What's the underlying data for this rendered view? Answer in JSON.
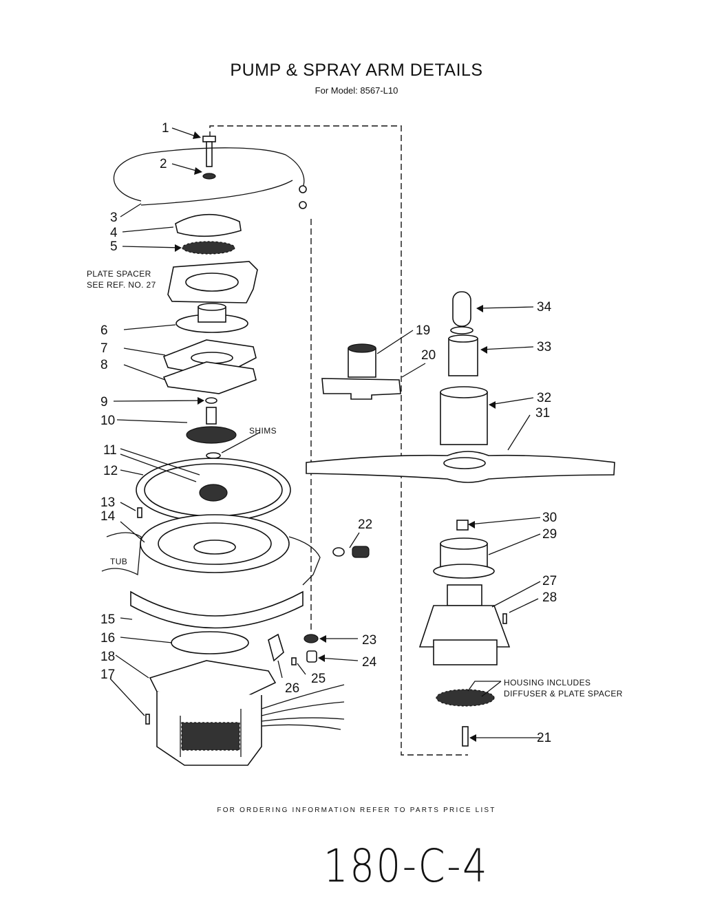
{
  "title": "PUMP & SPRAY ARM DETAILS",
  "subtitle": "For Model: 8567-L10",
  "footer": "FOR ORDERING INFORMATION REFER TO PARTS PRICE LIST",
  "handwritten": "180-C-4",
  "callouts": {
    "plate_spacer_line1": "PLATE SPACER",
    "plate_spacer_line2": "SEE REF. NO. 27",
    "shims": "SHIMS",
    "tub": "TUB",
    "housing_line1": "HOUSING INCLUDES",
    "housing_line2": "DIFFUSER & PLATE SPACER"
  },
  "labels": {
    "p1": "1",
    "p2": "2",
    "p3": "3",
    "p4": "4",
    "p5": "5",
    "p6": "6",
    "p7": "7",
    "p8": "8",
    "p9": "9",
    "p10": "10",
    "p11": "11",
    "p12": "12",
    "p13": "13",
    "p14": "14",
    "p15": "15",
    "p16": "16",
    "p17": "17",
    "p18": "18",
    "p19": "19",
    "p20": "20",
    "p21": "21",
    "p22": "22",
    "p23": "23",
    "p24": "24",
    "p25": "25",
    "p26": "26",
    "p27": "27",
    "p28": "28",
    "p29": "29",
    "p30": "30",
    "p31": "31",
    "p32": "32",
    "p33": "33",
    "p34": "34"
  }
}
